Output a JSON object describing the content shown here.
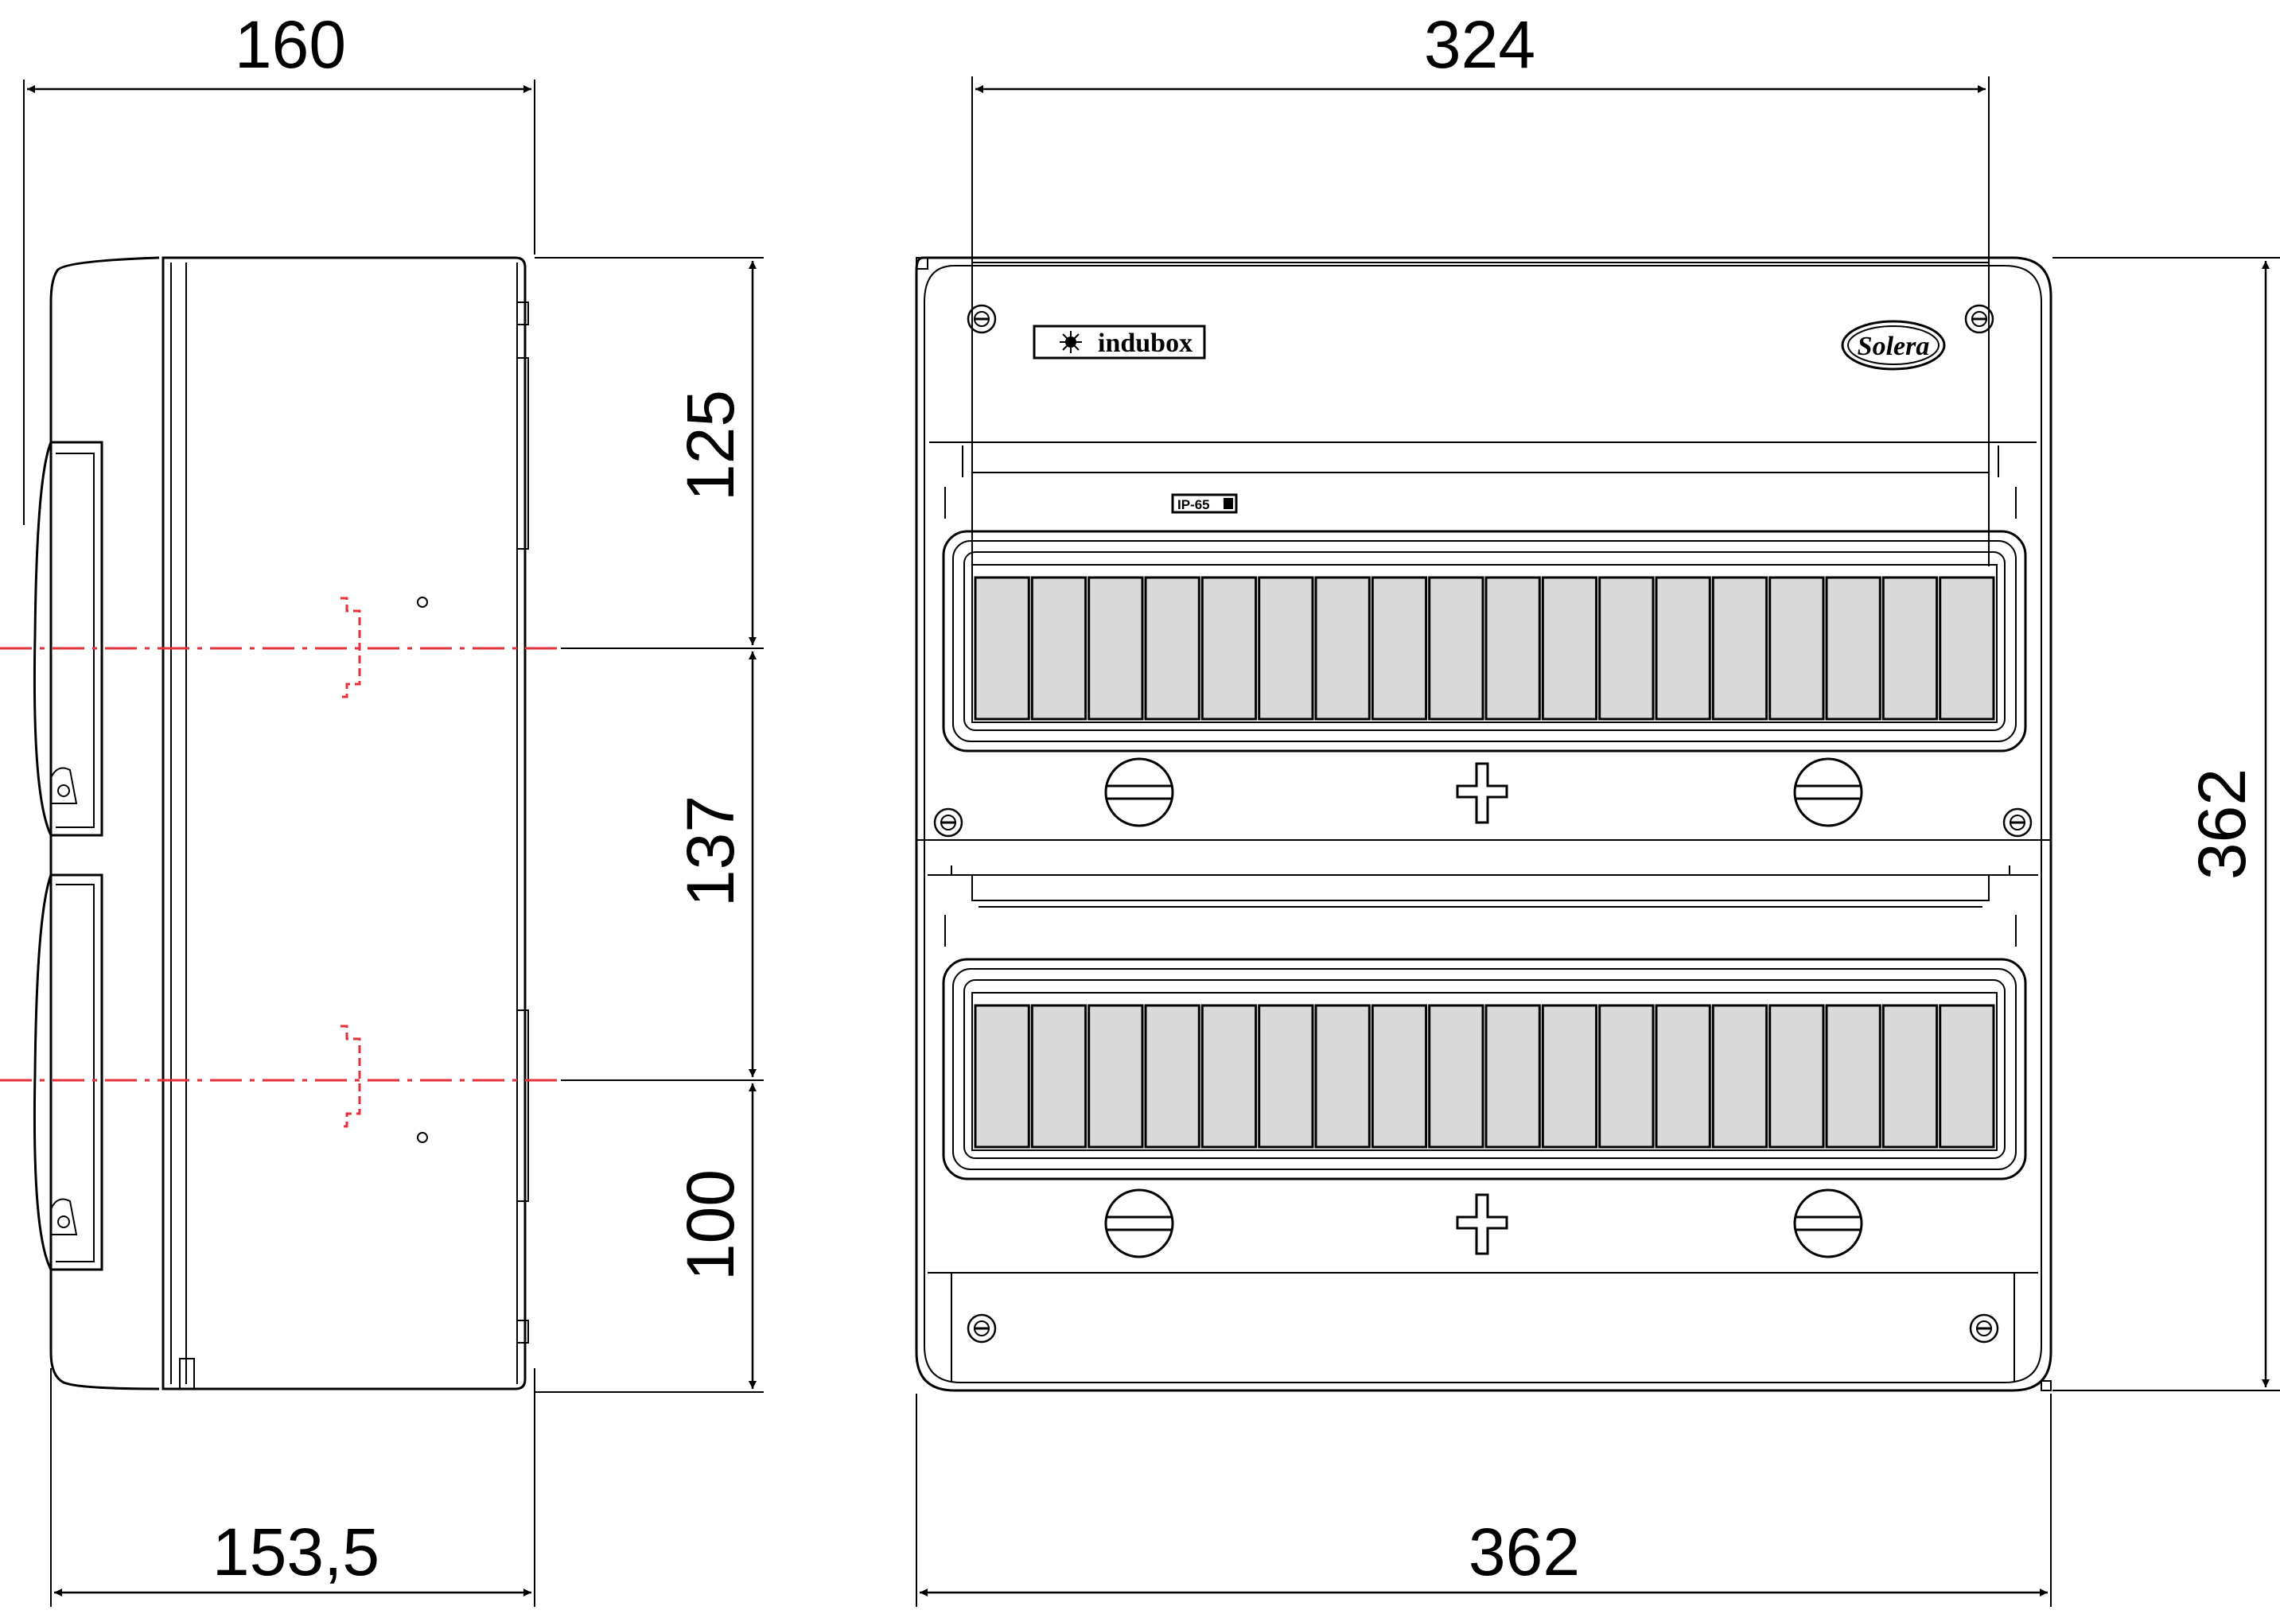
{
  "dimensions": {
    "side_depth_top": "160",
    "side_depth_bottom": "153,5",
    "front_inner_width": "324",
    "front_outer_width": "362",
    "front_height": "362",
    "row_top_offset": "125",
    "row_spacing": "137",
    "row_bottom_offset": "100"
  },
  "labels": {
    "brand_left": "indubox",
    "brand_right": "Solera",
    "ip_rating": "IP-65"
  },
  "modules": {
    "per_row": 18,
    "rows": 2
  },
  "colors": {
    "line": "#000000",
    "centerline": "#e5313b",
    "module_fill": "#d9d9d9"
  }
}
